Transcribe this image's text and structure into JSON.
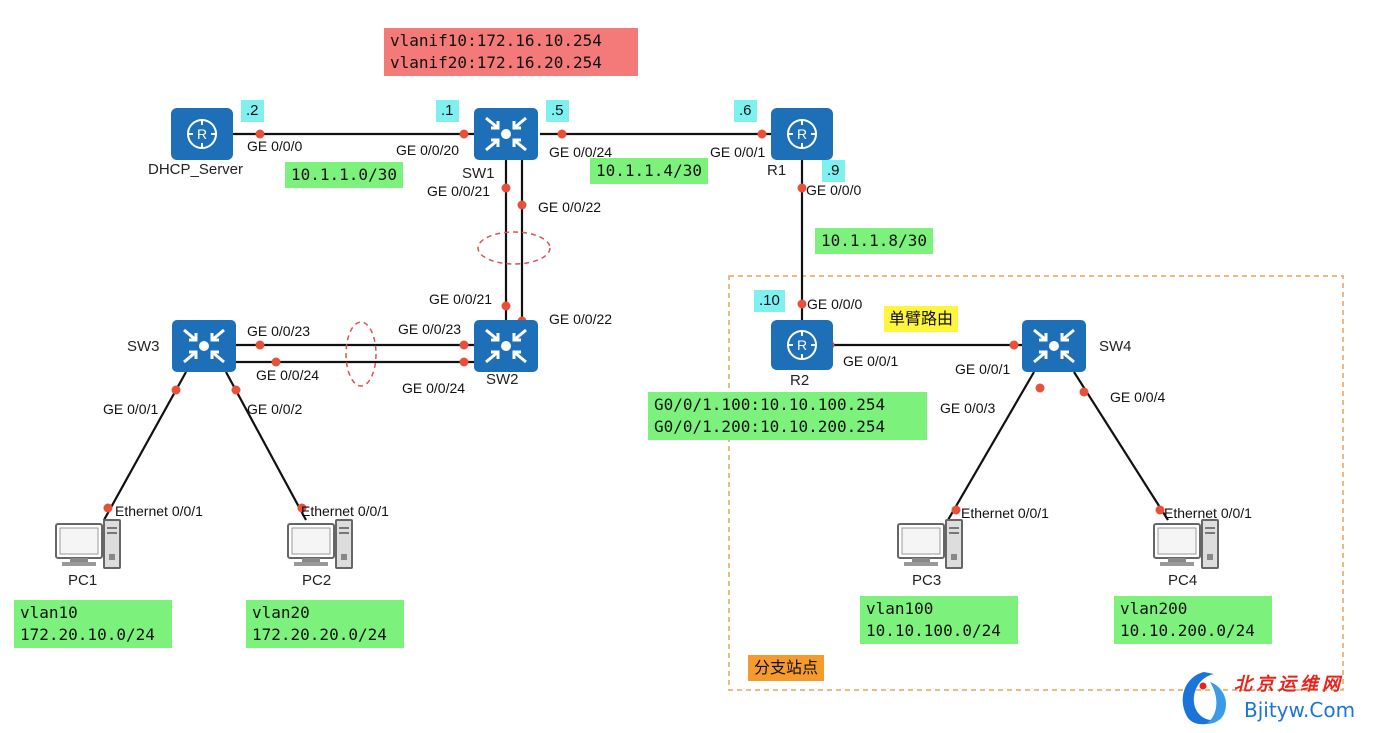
{
  "devices": {
    "dhcp_server": "DHCP_Server",
    "sw1": "SW1",
    "r1": "R1",
    "sw2": "SW2",
    "sw3": "SW3",
    "r2": "R2",
    "sw4": "SW4",
    "pc1": "PC1",
    "pc2": "PC2",
    "pc3": "PC3",
    "pc4": "PC4"
  },
  "ports": {
    "dhcp_ge000": "GE 0/0/0",
    "sw1_ge0020": "GE 0/0/20",
    "sw1_ge0024": "GE 0/0/24",
    "r1_ge001": "GE 0/0/1",
    "sw1_ge0021": "GE 0/0/21",
    "sw1_ge0022": "GE 0/0/22",
    "r1_ge000": "GE 0/0/0",
    "sw2_ge0021": "GE 0/0/21",
    "sw2_ge0022": "GE 0/0/22",
    "sw2_ge0023": "GE 0/0/23",
    "sw2_ge0024": "GE 0/0/24",
    "sw3_ge0023": "GE 0/0/23",
    "sw3_ge0024": "GE 0/0/24",
    "sw3_ge001": "GE 0/0/1",
    "sw3_ge002": "GE 0/0/2",
    "r2_ge000": "GE 0/0/0",
    "r2_ge001": "GE 0/0/1",
    "sw4_ge001": "GE 0/0/1",
    "sw4_ge003": "GE 0/0/3",
    "sw4_ge004": "GE 0/0/4",
    "pc1_eth": "Ethernet 0/0/1",
    "pc2_eth": "Ethernet 0/0/1",
    "pc3_eth": "Ethernet 0/0/1",
    "pc4_eth": "Ethernet 0/0/1"
  },
  "host_octets": {
    "dhcp": ".2",
    "sw1_a": ".1",
    "sw1_b": ".5",
    "r1_a": ".6",
    "r1_b": ".9",
    "r2": ".10"
  },
  "subnets": {
    "net1": "10.1.1.0/30",
    "net2": "10.1.1.4/30",
    "net3": "10.1.1.8/30"
  },
  "vlanif": [
    "vlanif10:172.16.10.254",
    "vlanif20:172.16.20.254"
  ],
  "subif": [
    "G0/0/1.100:10.10.100.254",
    "G0/0/1.200:10.10.200.254"
  ],
  "pc_nets": {
    "pc1": [
      "vlan10",
      "172.20.10.0/24"
    ],
    "pc2": [
      "vlan20",
      "172.20.20.0/24"
    ],
    "pc3": [
      "vlan100",
      "10.10.100.0/24"
    ],
    "pc4": [
      "vlan200",
      "10.10.200.0/24"
    ]
  },
  "tags": {
    "one_arm": "单臂路由",
    "branch": "分支站点"
  },
  "watermark": {
    "cn": "北京运维网",
    "en": "Bjityw.Com"
  },
  "colors": {
    "device_blue": "#1d6fb8",
    "port_dot": "#e8503a",
    "subnet_green": "#7cf27c",
    "vlanif_red": "#f47a7a",
    "octet_cyan": "#7ef0f0",
    "tag_yellow": "#fff53a",
    "tag_orange": "#f59a2c",
    "branch_border": "#e8a35a"
  },
  "icons": {
    "router": "router-icon",
    "switch": "switch-icon",
    "pc": "pc-icon"
  }
}
